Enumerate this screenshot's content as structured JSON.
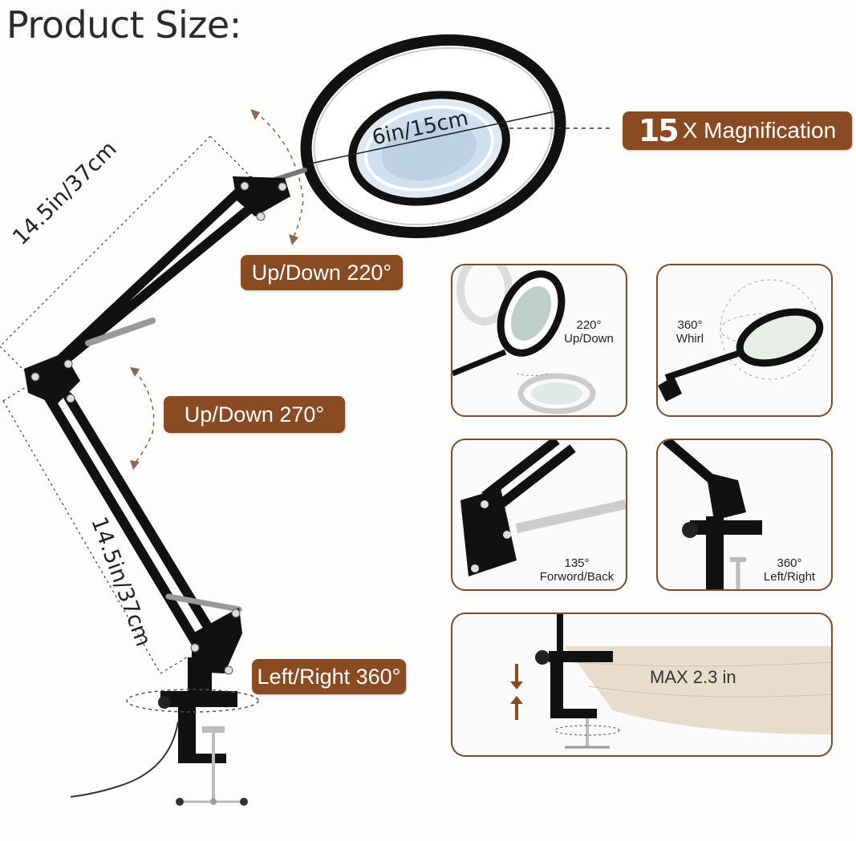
{
  "title": "Product Size:",
  "lens_dimension": "6in/15cm",
  "arm_top_dimension": "14.5in/37cm",
  "arm_bottom_dimension": "14.5in/37cm",
  "magnification": {
    "value": "15",
    "label": "X Magnification"
  },
  "labels": {
    "up_down_220": "Up/Down 220°",
    "up_down_270": "Up/Down 270°",
    "left_right_360": "Left/Right 360°"
  },
  "cards": {
    "card1": {
      "line1": "220°",
      "line2": "Up/Down"
    },
    "card2": {
      "line1": "360°",
      "line2": "Whirl"
    },
    "card3": {
      "line1": "135°",
      "line2": "Forword/Back"
    },
    "card4": {
      "line1": "360°",
      "line2": "Left/Right"
    },
    "card5": {
      "text": "MAX 2.3 in"
    }
  },
  "colors": {
    "accent": "#8a4a22",
    "frame": "#1a1a1a",
    "card_border": "#7a4a2a"
  }
}
